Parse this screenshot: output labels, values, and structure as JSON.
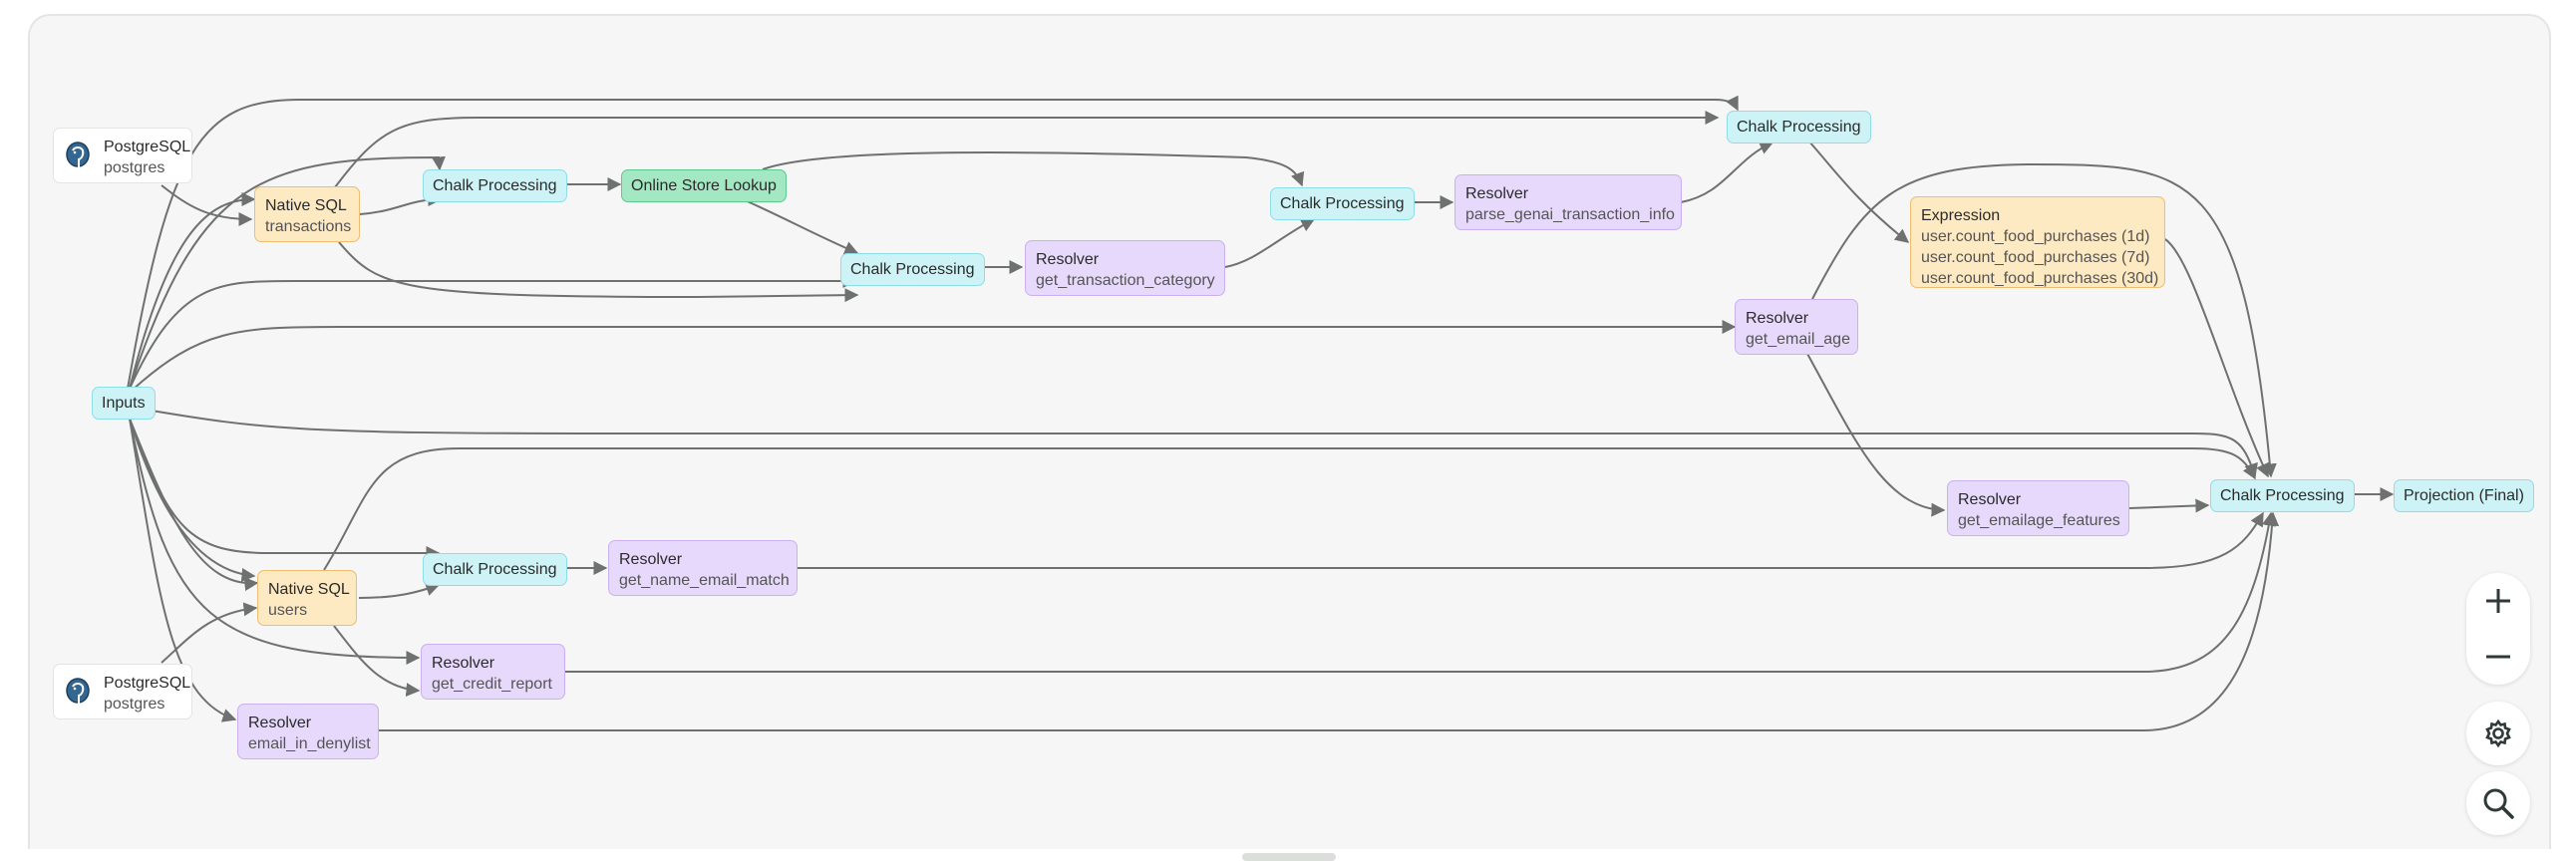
{
  "nodes": {
    "pg1": {
      "title": "PostgreSQL",
      "subtitle": "postgres"
    },
    "pg2": {
      "title": "PostgreSQL",
      "subtitle": "postgres"
    },
    "inputs": {
      "title": "Inputs"
    },
    "native_sql_transactions": {
      "title": "Native SQL",
      "subtitle": "transactions"
    },
    "native_sql_users": {
      "title": "Native SQL",
      "subtitle": "users"
    },
    "chalk_processing_1": {
      "title": "Chalk Processing"
    },
    "online_store_lookup": {
      "title": "Online Store Lookup"
    },
    "chalk_processing_2": {
      "title": "Chalk Processing"
    },
    "resolver_get_transaction_category": {
      "title": "Resolver",
      "subtitle": "get_transaction_category"
    },
    "chalk_processing_3": {
      "title": "Chalk Processing"
    },
    "resolver_parse_genai": {
      "title": "Resolver",
      "subtitle": "parse_genai_transaction_info"
    },
    "chalk_processing_4": {
      "title": "Chalk Processing"
    },
    "expression": {
      "title": "Expression",
      "lines": [
        "user.count_food_purchases (1d)",
        "user.count_food_purchases (7d)",
        "user.count_food_purchases (30d)"
      ]
    },
    "resolver_get_email_age": {
      "title": "Resolver",
      "subtitle": "get_email_age"
    },
    "resolver_get_emailage_features": {
      "title": "Resolver",
      "subtitle": "get_emailage_features"
    },
    "chalk_processing_final": {
      "title": "Chalk Processing"
    },
    "projection_final": {
      "title": "Projection (Final)"
    },
    "chalk_processing_5": {
      "title": "Chalk Processing"
    },
    "resolver_get_name_email_match": {
      "title": "Resolver",
      "subtitle": "get_name_email_match"
    },
    "resolver_get_credit_report": {
      "title": "Resolver",
      "subtitle": "get_credit_report"
    },
    "resolver_email_in_denylist": {
      "title": "Resolver",
      "subtitle": "email_in_denylist"
    }
  },
  "controls": {
    "zoom_in": "plus-icon",
    "zoom_out": "minus-icon",
    "settings": "gear-icon",
    "search": "search-icon"
  },
  "colors": {
    "chalk_processing": "#cdf3f6",
    "online_store": "#a4e8c3",
    "resolver": "#e7d9fb",
    "native_sql": "#fde9c2",
    "edge": "#6e7170"
  }
}
